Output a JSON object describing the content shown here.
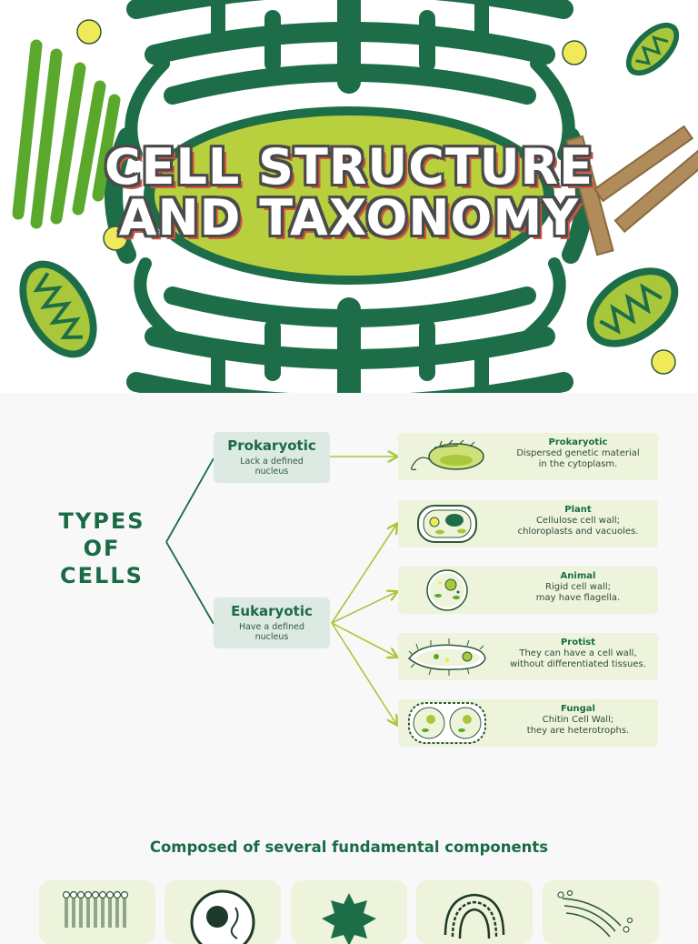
{
  "hero": {
    "title_line_1": "CELL STRUCTURE",
    "title_line_2": "AND TAXONOMY"
  },
  "types": {
    "heading_line_1": "TYPES",
    "heading_line_2": "OF CELLS",
    "groups": [
      {
        "title": "Prokaryotic",
        "desc_line_1": "Lack a defined",
        "desc_line_2": "nucleus"
      },
      {
        "title": "Eukaryotic",
        "desc_line_1": "Have a defined",
        "desc_line_2": "nucleus"
      }
    ],
    "cards": [
      {
        "title": "Prokaryotic",
        "desc": "Dispersed genetic material\nin the cytoplasm.",
        "icon": "bacterium-icon"
      },
      {
        "title": "Plant",
        "desc": "Cellulose cell wall;\nchloroplasts and vacuoles.",
        "icon": "plant-cell-icon"
      },
      {
        "title": "Animal",
        "desc": "Rigid cell wall;\nmay have flagella.",
        "icon": "animal-cell-icon"
      },
      {
        "title": "Protist",
        "desc": "They can have a cell wall,\nwithout differentiated tissues.",
        "icon": "protist-icon"
      },
      {
        "title": "Fungal",
        "desc": "Chitin Cell Wall;\nthey are heterotrophs.",
        "icon": "fungal-cell-icon"
      }
    ]
  },
  "components": {
    "heading": "Composed of several fundamental components",
    "items": [
      {
        "icon": "membrane-icon"
      },
      {
        "icon": "nucleus-icon"
      },
      {
        "icon": "cytoplasm-blob-icon"
      },
      {
        "icon": "endoplasmic-reticulum-icon"
      },
      {
        "icon": "golgi-icon"
      }
    ]
  },
  "colors": {
    "dark_green": "#1a6b45",
    "light_green": "#a8c73a",
    "card_bg": "#eef4dc",
    "group_bg": "#dde9e3",
    "title_shadow": "#d0543e"
  }
}
